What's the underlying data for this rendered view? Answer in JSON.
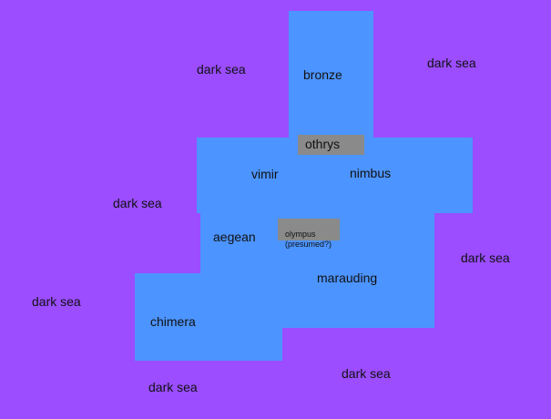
{
  "colors": {
    "sea": "#9b4dff",
    "land": "#4c94ff",
    "box": "#8a8a8a"
  },
  "map": {
    "regions": [
      {
        "name": "bronze"
      },
      {
        "name": "vimir"
      },
      {
        "name": "nimbus"
      },
      {
        "name": "aegean"
      },
      {
        "name": "marauding"
      },
      {
        "name": "chimera"
      }
    ],
    "sea_labels": [
      "dark sea",
      "dark sea",
      "dark sea",
      "dark sea",
      "dark sea",
      "dark sea",
      "dark sea"
    ],
    "boxes": {
      "othrys": "othrys",
      "olympus": "olympus\n(presumed?)"
    }
  }
}
